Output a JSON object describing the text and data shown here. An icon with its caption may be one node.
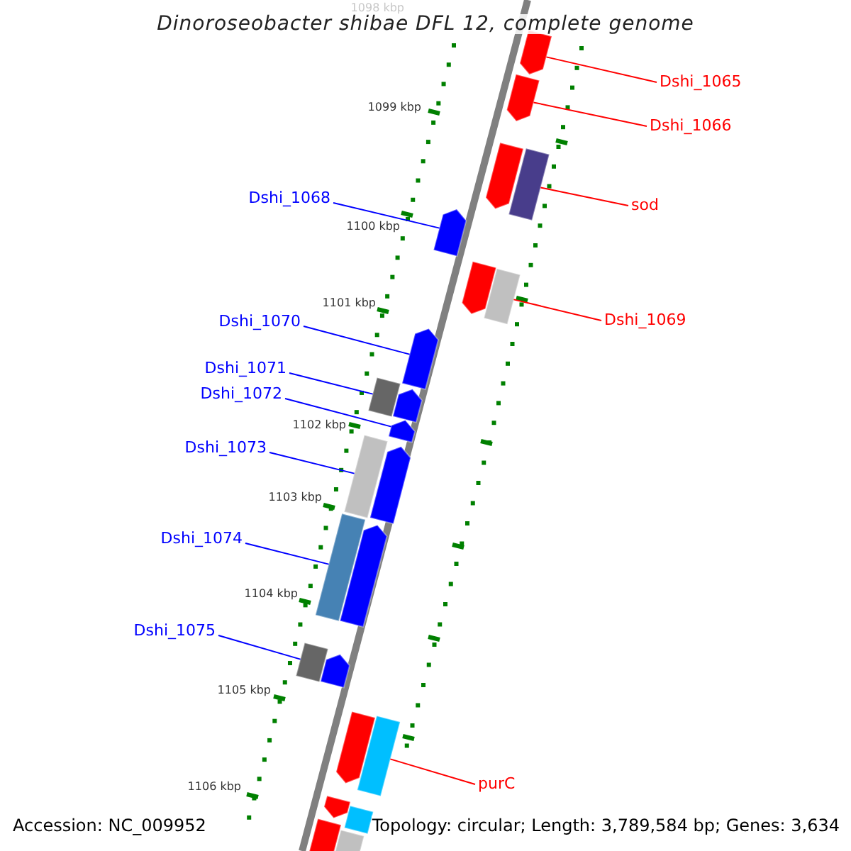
{
  "diagram": {
    "title": "Dinoroseobacter shibae DFL 12, complete genome",
    "nodes": [
      {
        "text": [
          "Dshi_1065"
        ]
      },
      {
        "text": [
          "Dshi_1066"
        ]
      },
      {
        "text": [
          "Dshi_1068"
        ]
      },
      {
        "text": [
          "sod"
        ]
      },
      {
        "text": [
          "Dshi_1069"
        ]
      },
      {
        "text": [
          "Dshi_1070"
        ]
      },
      {
        "text": [
          "Dshi_1071"
        ]
      },
      {
        "text": [
          "Dshi_1072"
        ]
      },
      {
        "text": [
          "Dshi_1073"
        ]
      },
      {
        "text": [
          "Dshi_1074"
        ]
      },
      {
        "text": [
          "Dshi_1075"
        ]
      },
      {
        "text": [
          "purC"
        ]
      },
      {
        "text": [],
        "shape": "arrow"
      },
      {
        "text": [],
        "shape": "arrow"
      },
      {
        "text": [],
        "shape": "arrow"
      },
      {
        "text": [],
        "shape": "box"
      },
      {
        "text": [],
        "shape": "arrow"
      },
      {
        "text": [],
        "shape": "arrow"
      },
      {
        "text": [],
        "shape": "box"
      },
      {
        "text": [],
        "shape": "arrow"
      },
      {
        "text": [],
        "shape": "box"
      },
      {
        "text": [],
        "shape": "arrow"
      },
      {
        "text": [],
        "shape": "arrow"
      },
      {
        "text": [],
        "shape": "box"
      },
      {
        "text": [],
        "shape": "arrow"
      },
      {
        "text": [],
        "shape": "box"
      },
      {
        "text": [],
        "shape": "arrow"
      },
      {
        "text": [],
        "shape": "box"
      },
      {
        "text": [],
        "shape": "arrow"
      },
      {
        "text": [],
        "shape": "arrow"
      },
      {
        "text": [],
        "shape": "box"
      },
      {
        "text": [],
        "shape": "arrow"
      },
      {
        "text": [],
        "shape": "box"
      },
      {
        "text": [],
        "shape": "box"
      },
      {
        "text": [],
        "shape": "box"
      }
    ],
    "edges": [
      {
        "from": 0,
        "to": 12,
        "arrow": "none",
        "color": "#ff0000"
      },
      {
        "from": 1,
        "to": 13,
        "arrow": "none",
        "color": "#ff0000"
      },
      {
        "from": 2,
        "to": 16,
        "arrow": "none"
      },
      {
        "from": 3,
        "to": 15,
        "arrow": "none",
        "color": "#ff0000"
      },
      {
        "from": 4,
        "to": 18,
        "arrow": "none",
        "color": "#ff0000"
      },
      {
        "from": 5,
        "to": 19,
        "arrow": "none"
      },
      {
        "from": 6,
        "to": 20,
        "arrow": "none"
      },
      {
        "from": 7,
        "to": 22,
        "arrow": "none"
      },
      {
        "from": 8,
        "to": 23,
        "arrow": "none"
      },
      {
        "from": 9,
        "to": 25,
        "arrow": "none"
      },
      {
        "from": 10,
        "to": 27,
        "arrow": "none"
      },
      {
        "from": 11,
        "to": 30,
        "arrow": "none",
        "color": "#ff0000"
      }
    ],
    "labels": [
      "1098 kbp",
      "1099 kbp",
      "1100 kbp",
      "1101 kbp",
      "1102 kbp",
      "1103 kbp",
      "1104 kbp",
      "1105 kbp",
      "1106 kbp",
      "Accession: NC_009952",
      "Topology: circular; Length: 3,789,584 bp; Genes: 3,634"
    ]
  }
}
